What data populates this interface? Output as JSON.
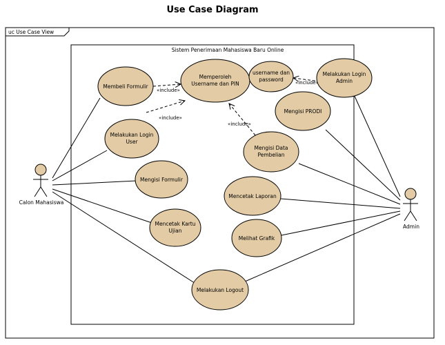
{
  "title": "Use Case Diagram",
  "frame_label": "uc Use Case View",
  "system_label": "Sistem Penerimaan Mahasiswa Baru Online",
  "colors": {
    "usecase_fill": "#e3cba5",
    "line": "#000000",
    "background": "#ffffff"
  },
  "actors": {
    "mahasiswa": "Calon Mahasiswa",
    "admin": "Admin"
  },
  "use_cases": {
    "membeli_formulir": [
      "Membeli Formulir"
    ],
    "memperoleh_username": [
      "Memperoleh",
      "Username dan PIN"
    ],
    "username_password": [
      "username dan",
      "password"
    ],
    "login_admin": [
      "Melakukan Login",
      "Admin"
    ],
    "login_user": [
      "Melakukan Login",
      "User"
    ],
    "mengisi_prodi": [
      "Mengisi PRODI"
    ],
    "mengisi_formulir": [
      "Mengisi Formulir"
    ],
    "mengisi_data_pembelian": [
      "Mengisi Data",
      "Pembelian"
    ],
    "mencetak_laporan": [
      "Mencetak Laporan"
    ],
    "mencetak_kartu": [
      "Mencetak Kartu",
      "Ujian"
    ],
    "melihat_grafik": [
      "Melihat Grafik"
    ],
    "logout": [
      "Melakukan Logout"
    ]
  },
  "include_label": "«include»"
}
